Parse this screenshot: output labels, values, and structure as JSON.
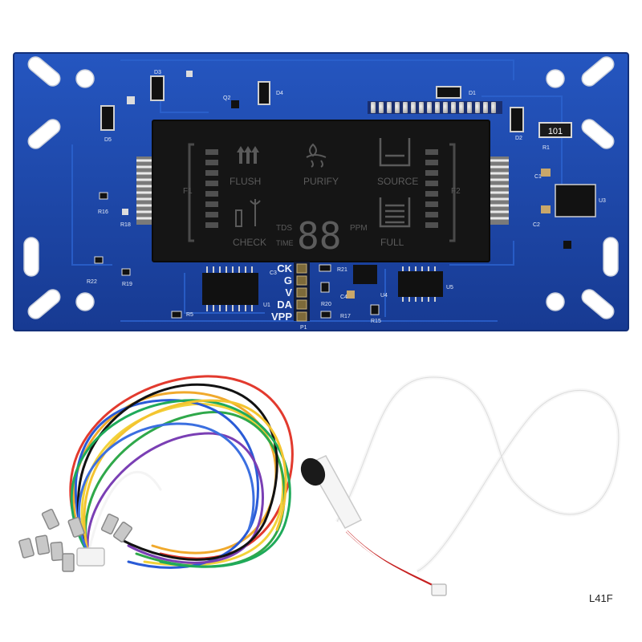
{
  "product_code": "L41F",
  "resistor_marking": "101",
  "lcd": {
    "flush": "FLUSH",
    "purify": "PURIFY",
    "source": "SOURCE",
    "check": "CHECK",
    "full": "FULL",
    "tds": "TDS",
    "ppm": "PPM",
    "time": "TIME",
    "digits": "88",
    "left_bar": "F1",
    "right_bar": "F2"
  },
  "header_pins": [
    "CK",
    "G",
    "V",
    "DA",
    "VPP"
  ],
  "silkscreen": [
    "D3",
    "D4",
    "D5",
    "Q2",
    "D1",
    "D2",
    "R1",
    "C1",
    "U3",
    "C2",
    "R16",
    "R18",
    "R22",
    "R19",
    "R5",
    "U1",
    "C3",
    "R21",
    "R20",
    "C4",
    "U4",
    "R17",
    "R15",
    "U5",
    "P1"
  ],
  "wire_colors": [
    "#e23a2e",
    "#f0a92c",
    "#f2d23a",
    "#2fa84a",
    "#2a5bd6",
    "#7a3fb4",
    "#121212",
    "#ffffff",
    "#1faa5a",
    "#f4c430",
    "#3b6fe0"
  ],
  "pcb_color": "#1f47a8",
  "lcd_color": "#141414",
  "sensor_cable_color": "#f7f7f7",
  "probe_tip_color": "#1a1a1a"
}
